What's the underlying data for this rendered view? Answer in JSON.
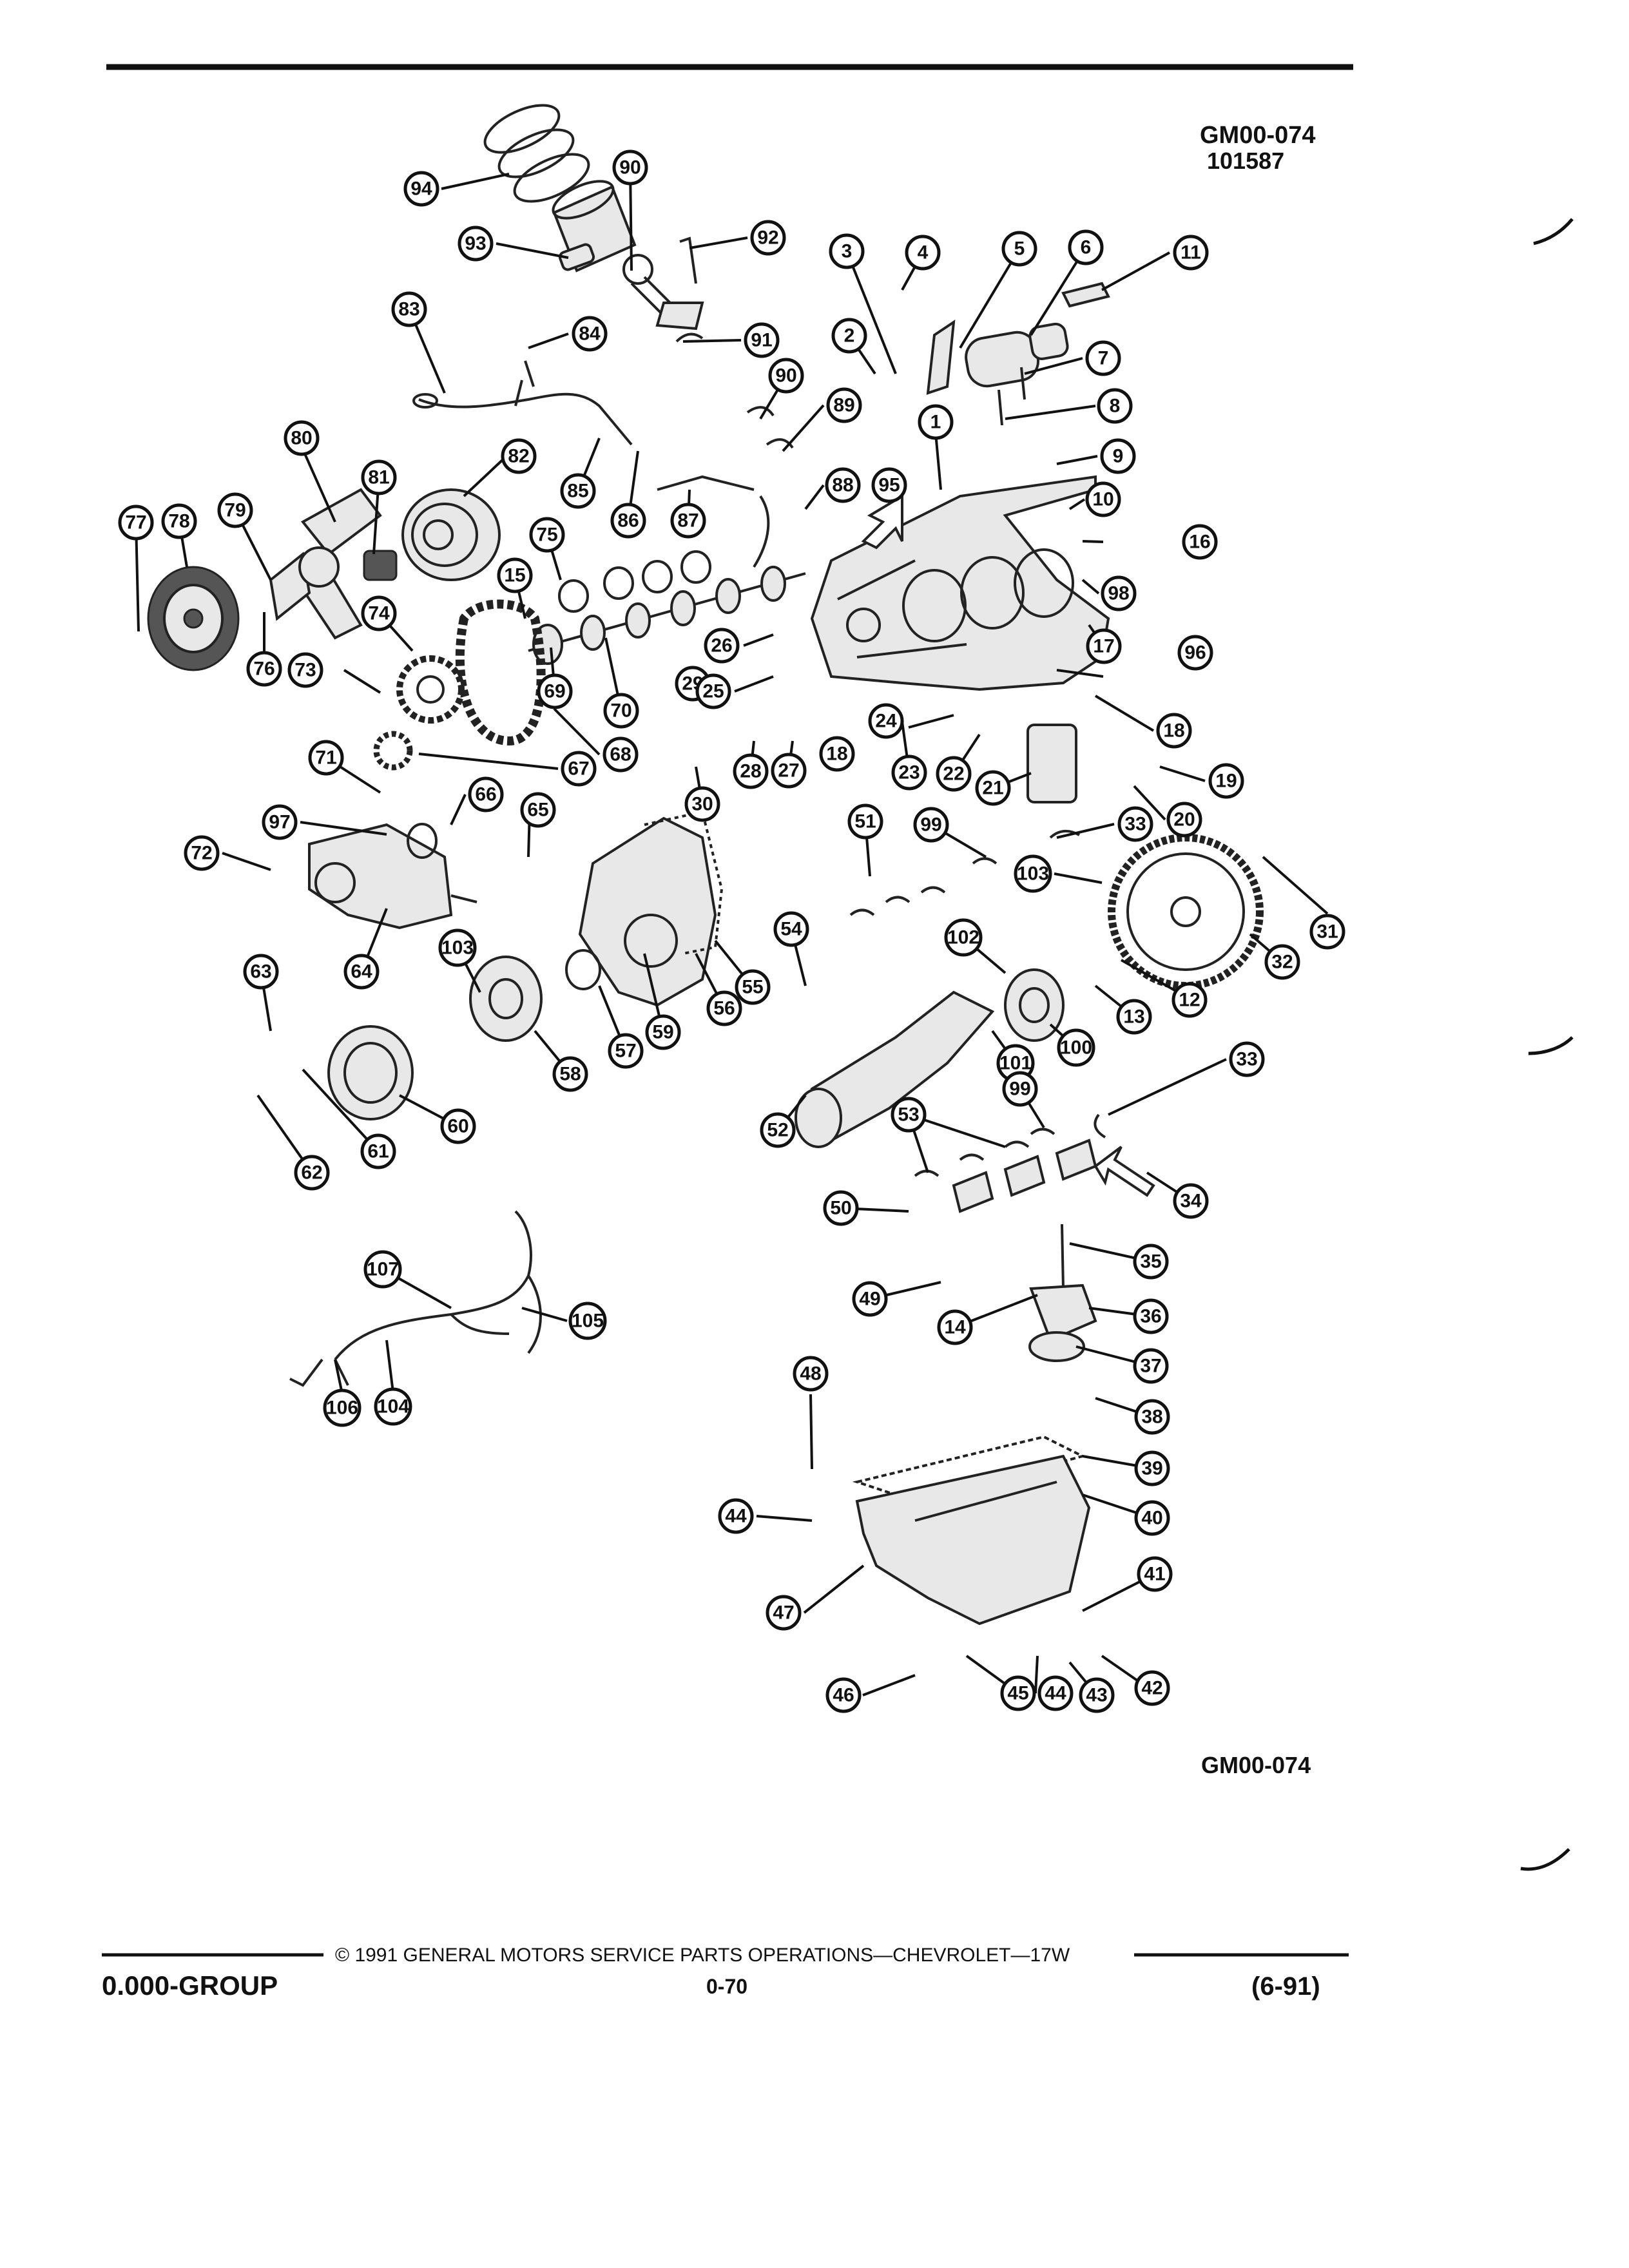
{
  "header": {
    "figure_id": "GM00-074",
    "figure_number": "101587"
  },
  "bottom_figure_id": "GM00-074",
  "footer": {
    "copyright": "© 1991 GENERAL MOTORS SERVICE PARTS OPERATIONS—CHEVROLET—17W",
    "group": "0.000-GROUP",
    "page_number": "0-70",
    "date_code": "(6-91)"
  },
  "callouts": [
    {
      "n": "94"
    },
    {
      "n": "90"
    },
    {
      "n": "93"
    },
    {
      "n": "92"
    },
    {
      "n": "3"
    },
    {
      "n": "4"
    },
    {
      "n": "5"
    },
    {
      "n": "6"
    },
    {
      "n": "11"
    },
    {
      "n": "83"
    },
    {
      "n": "84"
    },
    {
      "n": "91"
    },
    {
      "n": "2"
    },
    {
      "n": "7"
    },
    {
      "n": "90"
    },
    {
      "n": "89"
    },
    {
      "n": "8"
    },
    {
      "n": "80"
    },
    {
      "n": "82"
    },
    {
      "n": "1"
    },
    {
      "n": "81"
    },
    {
      "n": "85"
    },
    {
      "n": "86"
    },
    {
      "n": "87"
    },
    {
      "n": "88"
    },
    {
      "n": "95"
    },
    {
      "n": "9"
    },
    {
      "n": "77"
    },
    {
      "n": "78"
    },
    {
      "n": "79"
    },
    {
      "n": "75"
    },
    {
      "n": "10"
    },
    {
      "n": "16"
    },
    {
      "n": "15"
    },
    {
      "n": "98"
    },
    {
      "n": "74"
    },
    {
      "n": "17"
    },
    {
      "n": "26"
    },
    {
      "n": "96"
    },
    {
      "n": "76"
    },
    {
      "n": "73"
    },
    {
      "n": "69"
    },
    {
      "n": "70"
    },
    {
      "n": "29"
    },
    {
      "n": "25"
    },
    {
      "n": "24"
    },
    {
      "n": "18"
    },
    {
      "n": "18"
    },
    {
      "n": "68"
    },
    {
      "n": "28"
    },
    {
      "n": "27"
    },
    {
      "n": "23"
    },
    {
      "n": "22"
    },
    {
      "n": "21"
    },
    {
      "n": "20"
    },
    {
      "n": "19"
    },
    {
      "n": "71"
    },
    {
      "n": "67"
    },
    {
      "n": "30"
    },
    {
      "n": "66"
    },
    {
      "n": "97"
    },
    {
      "n": "65"
    },
    {
      "n": "51"
    },
    {
      "n": "99"
    },
    {
      "n": "33"
    },
    {
      "n": "72"
    },
    {
      "n": "103"
    },
    {
      "n": "31"
    },
    {
      "n": "54"
    },
    {
      "n": "32"
    },
    {
      "n": "102"
    },
    {
      "n": "12"
    },
    {
      "n": "63"
    },
    {
      "n": "64"
    },
    {
      "n": "103"
    },
    {
      "n": "55"
    },
    {
      "n": "13"
    },
    {
      "n": "56"
    },
    {
      "n": "59"
    },
    {
      "n": "57"
    },
    {
      "n": "100"
    },
    {
      "n": "101"
    },
    {
      "n": "58"
    },
    {
      "n": "33"
    },
    {
      "n": "99"
    },
    {
      "n": "60"
    },
    {
      "n": "61"
    },
    {
      "n": "62"
    },
    {
      "n": "52"
    },
    {
      "n": "53"
    },
    {
      "n": "34"
    },
    {
      "n": "50"
    },
    {
      "n": "35"
    },
    {
      "n": "107"
    },
    {
      "n": "49"
    },
    {
      "n": "14"
    },
    {
      "n": "36"
    },
    {
      "n": "105"
    },
    {
      "n": "37"
    },
    {
      "n": "106"
    },
    {
      "n": "104"
    },
    {
      "n": "48"
    },
    {
      "n": "38"
    },
    {
      "n": "39"
    },
    {
      "n": "44"
    },
    {
      "n": "40"
    },
    {
      "n": "41"
    },
    {
      "n": "47"
    },
    {
      "n": "42"
    },
    {
      "n": "46"
    },
    {
      "n": "45"
    },
    {
      "n": "44"
    },
    {
      "n": "43"
    }
  ]
}
